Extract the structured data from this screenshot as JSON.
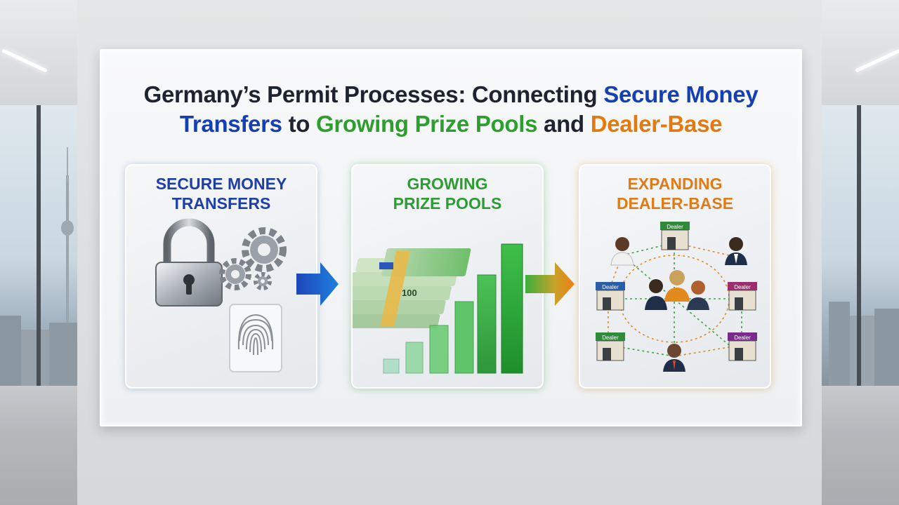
{
  "headline": {
    "part1": "Germany’s Permit Processes: Connecting ",
    "part2": "Secure Money",
    "part3": "Transfers",
    "part4": " to ",
    "part5": "Growing Prize Pools",
    "part6": " and ",
    "part7": "Dealer-Base"
  },
  "panels": [
    {
      "title_line1": "Secure Money",
      "title_line2": "Transfers"
    },
    {
      "title_line1": "Growing",
      "title_line2": "Prize Pools"
    },
    {
      "title_line1": "Expanding",
      "title_line2": "Dealer-Base"
    }
  ],
  "banknote": {
    "denomination": "100"
  },
  "stores": {
    "sign_text": "Dealer"
  },
  "colors": {
    "blue": "#1540b3",
    "green": "#2e9e2f",
    "orange": "#e37a10",
    "dark_text": "#1d2430"
  }
}
